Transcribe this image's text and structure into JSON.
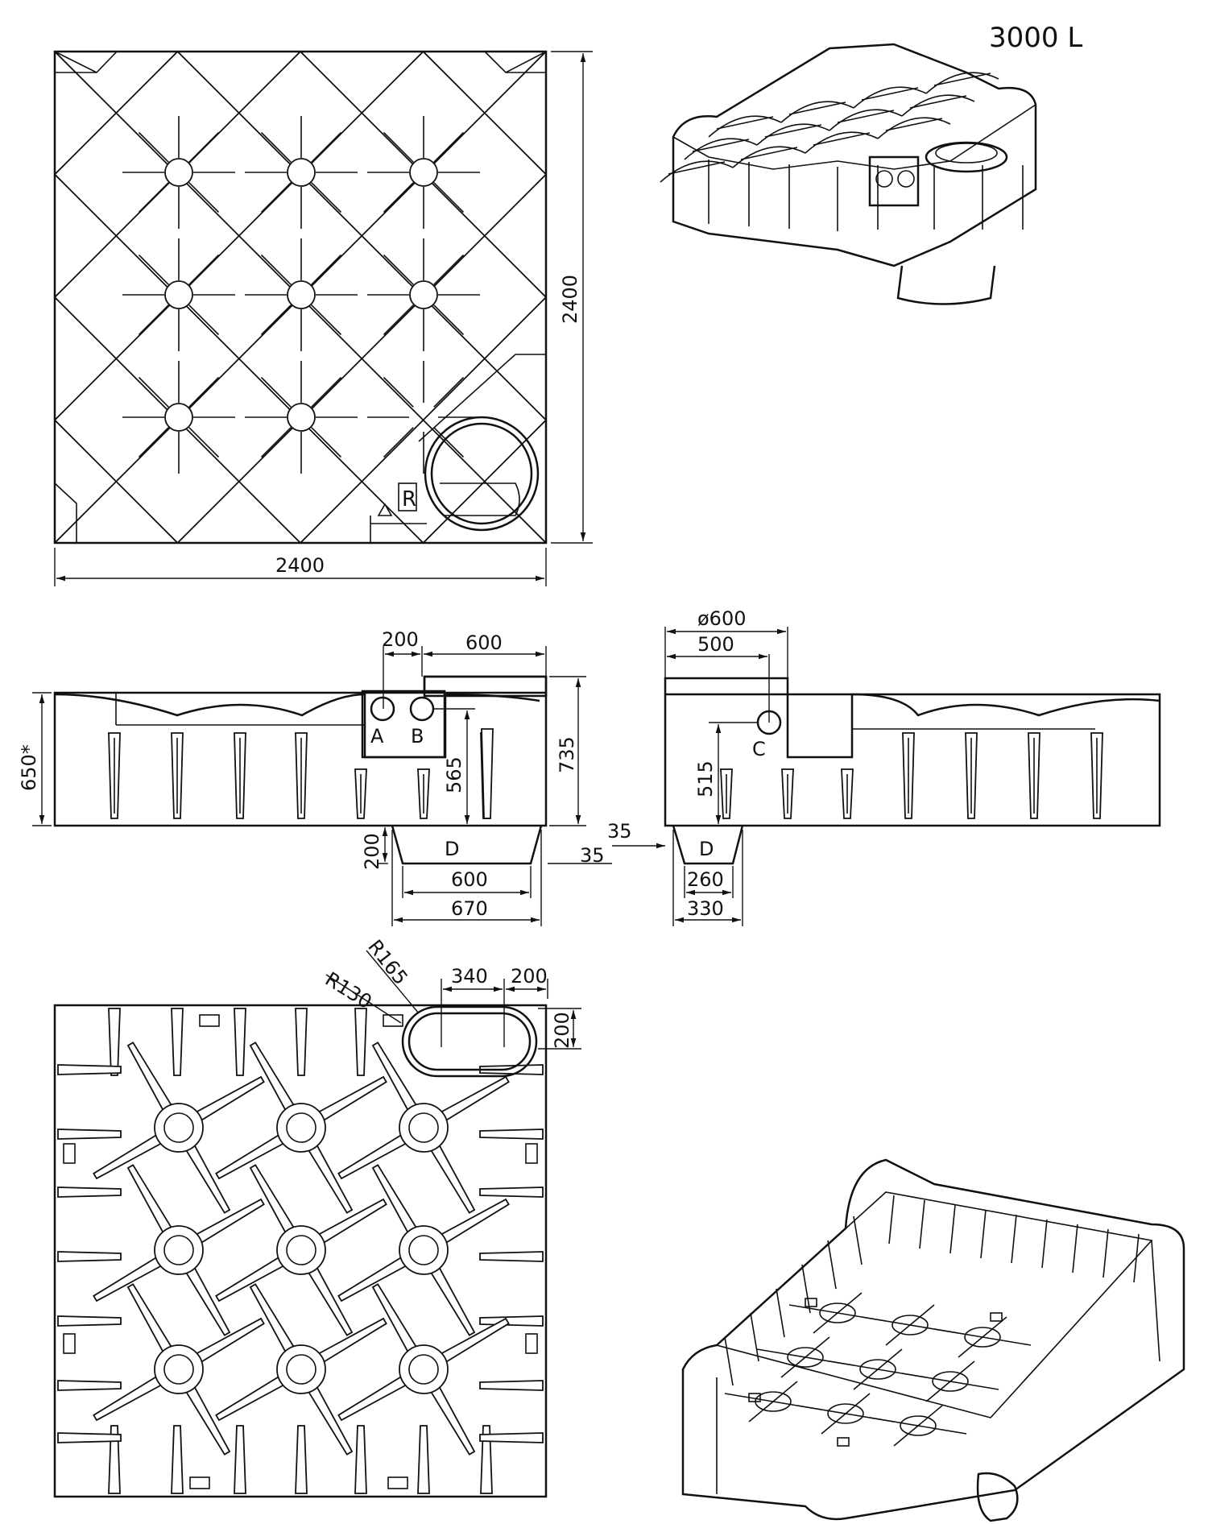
{
  "title": "3000 L",
  "top_view": {
    "width_label": "2400",
    "height_label": "2400"
  },
  "side_view": {
    "dims": [
      "200",
      "600",
      "650*",
      "735",
      "565",
      "200",
      "600",
      "670",
      "35",
      "35"
    ],
    "ports": [
      "A",
      "B",
      "D"
    ]
  },
  "end_view": {
    "dims": [
      "ø600",
      "500",
      "515",
      "260",
      "330"
    ],
    "ports": [
      "C",
      "D"
    ]
  },
  "bottom_view": {
    "dims": [
      "R130",
      "R165",
      "340",
      "200",
      "200"
    ]
  }
}
